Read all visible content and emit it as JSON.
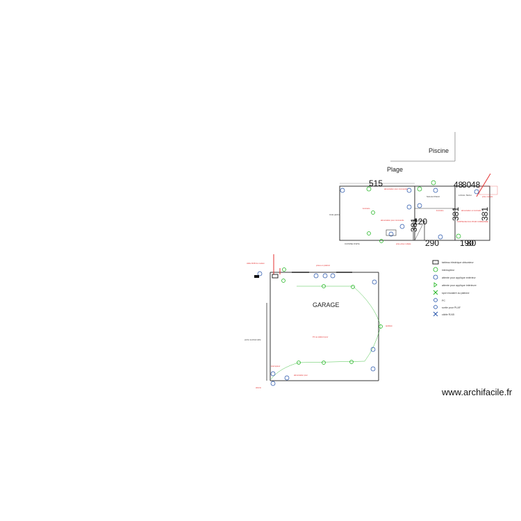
{
  "rooms": {
    "piscine": "Piscine",
    "plage": "Plage",
    "garage": "GARAGE",
    "local_tech": "LOCAL TECH",
    "salle_eau": "SALLE D'EAU",
    "cuisine_dete": "CUISINE D'ETE",
    "cote_jardin": "Côté jardin"
  },
  "dimensions": {
    "d515": "515",
    "d48a": "48",
    "d80": "80",
    "d48b": "48",
    "d381a": "381",
    "d120": "120",
    "d381b": "381",
    "d381c": "381",
    "d290": "290",
    "d190": "190",
    "d80b": "80"
  },
  "legend": [
    {
      "icon": "tableau-electrique-icon",
      "label": "tableau électrique obturateur"
    },
    {
      "icon": "interrupteur-icon",
      "label": "interrupteur"
    },
    {
      "icon": "sortie-plafond-icon",
      "label": "attente pour applique extérieur"
    },
    {
      "icon": "applique-icon",
      "label": "attente pour applique intérieure"
    },
    {
      "icon": "spot-icon",
      "label": "spot encastré au plafond"
    },
    {
      "icon": "prise-icon",
      "label": "PC"
    },
    {
      "icon": "prise-plafond-icon",
      "label": "sortie pour PLAF"
    },
    {
      "icon": "cable-icon",
      "label": "câble RJ45"
    }
  ],
  "watermark": "www.archifacile.fr",
  "colors": {
    "wall": "#333333",
    "annotation": "#e53030",
    "circuit": "#19b319",
    "device": "#1f4fa8"
  }
}
